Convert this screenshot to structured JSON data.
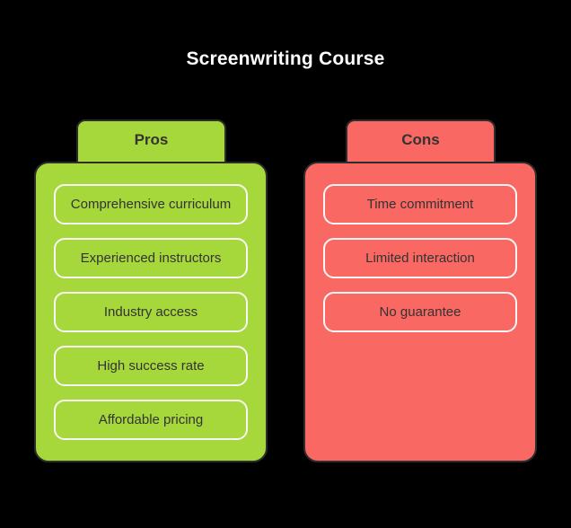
{
  "title": "Screenwriting Course",
  "colors": {
    "background": "#000000",
    "title_text": "#ffffff",
    "pros_fill": "#a6d83c",
    "cons_fill": "#f96862",
    "card_text": "#333333",
    "pill_border": "#f7f7f7",
    "outline": "#2d2d2d"
  },
  "columns": [
    {
      "label": "Pros",
      "items": [
        "Comprehensive curriculum",
        "Experienced instructors",
        "Industry access",
        "High success rate",
        "Affordable pricing"
      ]
    },
    {
      "label": "Cons",
      "items": [
        "Time commitment",
        "Limited interaction",
        "No guarantee"
      ]
    }
  ]
}
